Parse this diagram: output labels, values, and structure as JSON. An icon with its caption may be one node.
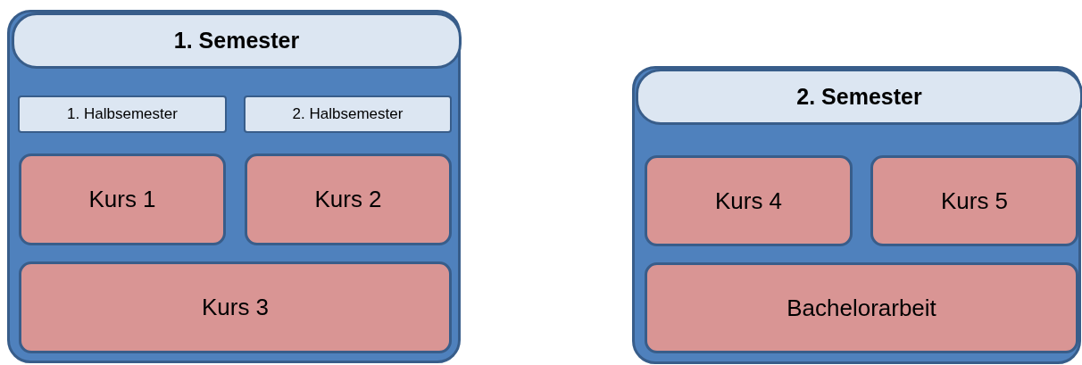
{
  "diagram": {
    "nodes": [
      {
        "text": [],
        "shape": "box"
      },
      {
        "text": [
          "1. Semester"
        ],
        "in": 0
      },
      {
        "text": [
          "1. Halbsemester"
        ],
        "in": 0
      },
      {
        "text": [
          "2. Halbsemester"
        ],
        "in": 0
      },
      {
        "text": [
          "Kurs 1"
        ],
        "in": 0
      },
      {
        "text": [
          "Kurs 2"
        ],
        "in": 0
      },
      {
        "text": [
          "Kurs 3"
        ],
        "in": 0
      },
      {
        "text": [],
        "shape": "box"
      },
      {
        "text": [
          "2. Semester"
        ],
        "in": 7
      },
      {
        "text": [
          "Kurs 4"
        ],
        "in": 7
      },
      {
        "text": [
          "Kurs 5"
        ],
        "in": 7
      },
      {
        "text": [
          "Bachelorarbeit"
        ],
        "in": 7
      }
    ]
  }
}
